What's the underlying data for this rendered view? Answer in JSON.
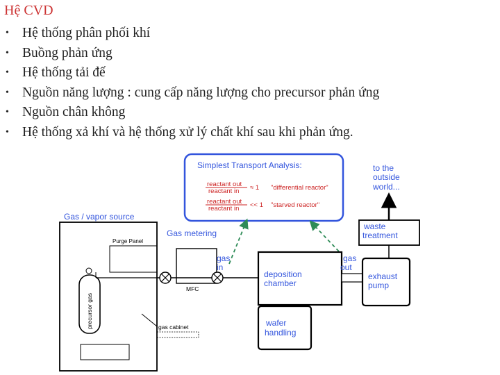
{
  "slide": {
    "title": "Hệ CVD",
    "bullets": [
      "Hệ thống phân phối khí",
      "Buồng phản ứng",
      "Hệ thống tải đế",
      "Nguồn năng lượng : cung cấp năng lượng cho precursor phản ứng",
      "Nguồn chân không",
      "Hệ thống xả khí và hệ thống xử lý chất khí sau khi phản ứng."
    ],
    "bullet_glyph": "•"
  },
  "diagram": {
    "transport_box": {
      "title": "Simplest Transport Analysis:",
      "ratio1_num": "reactant out",
      "ratio1_den": "reactant in",
      "ratio1_cmp": "≈ 1",
      "ratio1_label": "\"differential reactor\"",
      "ratio2_num": "reactant out",
      "ratio2_den": "reactant in",
      "ratio2_cmp": "<< 1",
      "ratio2_label": "\"starved reactor\""
    },
    "gas_source_label": "Gas / vapor source",
    "purge_panel_label": "Purge Panel",
    "precursor_gas_label": "precursor gas",
    "gas_cabinet_label": "gas cabinet",
    "gas_metering_label": "Gas metering",
    "mfc_label": "MFC",
    "gas_in_label_1": "gas",
    "gas_in_label_2": "in",
    "gas_out_label_1": "gas",
    "gas_out_label_2": "out",
    "deposition_label_1": "deposition",
    "deposition_label_2": "chamber",
    "wafer_label_1": "wafer",
    "wafer_label_2": "handling",
    "exhaust_label_1": "exhaust",
    "exhaust_label_2": "pump",
    "waste_label_1": "waste",
    "waste_label_2": "treatment",
    "outside_label_1": "to the",
    "outside_label_2": "outside",
    "outside_label_3": "world...",
    "colors": {
      "blue": "#3355dd",
      "red": "#cc2222",
      "green": "#2e8b57"
    }
  }
}
